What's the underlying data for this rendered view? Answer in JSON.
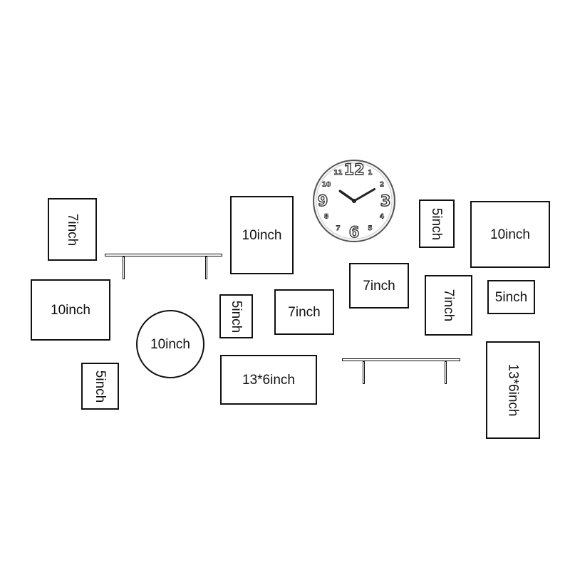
{
  "frames": [
    {
      "id": "frame-7inch-left",
      "label": "7inch"
    },
    {
      "id": "frame-10inch-tall-center",
      "label": "10inch"
    },
    {
      "id": "frame-5inch-top-right",
      "label": "5inch"
    },
    {
      "id": "frame-10inch-top-right",
      "label": "10inch"
    },
    {
      "id": "frame-10inch-left",
      "label": "10inch"
    },
    {
      "id": "frame-10inch-round",
      "label": "10inch"
    },
    {
      "id": "frame-5inch-small-center",
      "label": "5inch"
    },
    {
      "id": "frame-7inch-center",
      "label": "7inch"
    },
    {
      "id": "frame-7inch-center-right",
      "label": "7inch"
    },
    {
      "id": "frame-7inch-right",
      "label": "7inch"
    },
    {
      "id": "frame-5inch-right",
      "label": "5inch"
    },
    {
      "id": "frame-5inch-bottom-left",
      "label": "5inch"
    },
    {
      "id": "frame-13x6inch-center",
      "label": "13*6inch"
    },
    {
      "id": "frame-13x6inch-right",
      "label": "13*6inch"
    }
  ],
  "clock": {
    "numerals": [
      "12",
      "1",
      "2",
      "3",
      "4",
      "5",
      "6",
      "7",
      "8",
      "9",
      "10",
      "11"
    ],
    "time": {
      "hours": 10,
      "minutes": 10
    }
  }
}
